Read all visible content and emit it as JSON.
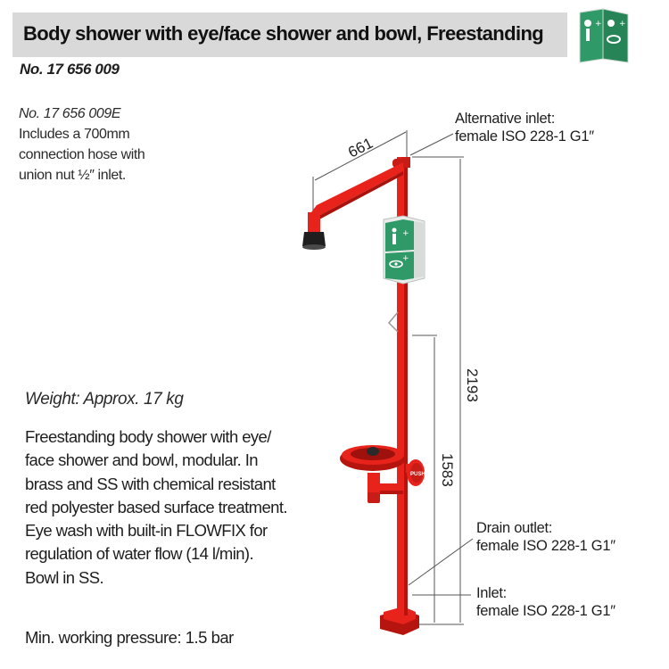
{
  "header": {
    "title": "Body shower with eye/face shower and bowl, Freestanding",
    "product_number": "No. 17 656 009"
  },
  "variant": {
    "number": "No. 17 656 009E",
    "lines": [
      "Includes a 700mm",
      "connection hose with",
      "union nut ½″ inlet."
    ]
  },
  "weight": "Weight: Approx. 17 kg",
  "description_lines": [
    "Freestanding body shower with eye/",
    "face shower and bowl, modular. In",
    "brass and SS with chemical resistant",
    "red polyester based surface treatment.",
    "Eye wash with built-in FLOWFIX  for",
    "regulation of water flow (14 l/min).",
    "Bowl in SS."
  ],
  "pressure": "Min. working pressure: 1.5 bar",
  "annotations": {
    "alt_inlet": {
      "title": "Alternative inlet:",
      "spec": "female ISO 228-1 G1″"
    },
    "drain": {
      "title": "Drain outlet:",
      "spec": "female ISO 228-1 G1″"
    },
    "inlet": {
      "title": "Inlet:",
      "spec": "female ISO 228-1 G1″"
    }
  },
  "dimensions": {
    "arm": "661",
    "total_height": "2193",
    "bowl_height": "1583"
  },
  "push_label": "PUSH",
  "icons": {
    "badge": "safety-sign-icon",
    "sign": "shower-eyewash-sign-icon"
  },
  "colors": {
    "accent_red": "#e8231c",
    "sign_green": "#2f9a68",
    "title_bar": "#d9d9d9"
  }
}
